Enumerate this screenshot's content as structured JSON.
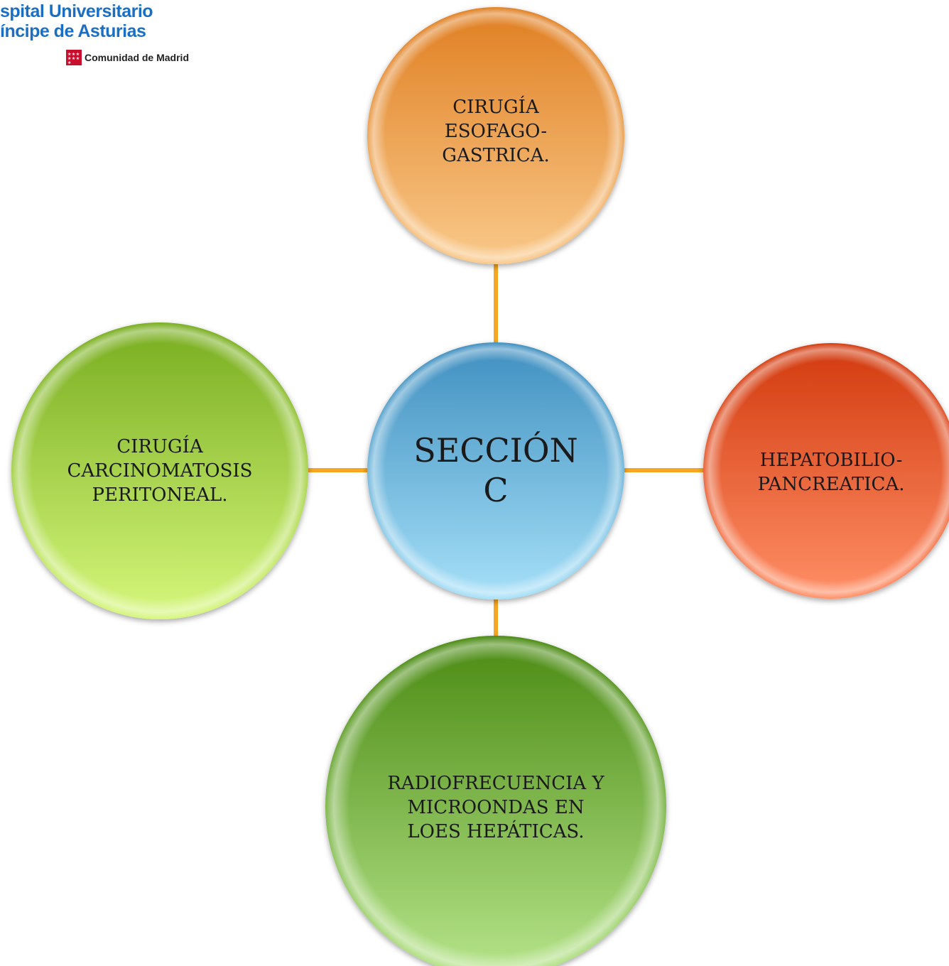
{
  "logo": {
    "line1": "spital Universitario",
    "line2": "íncipe de Asturias",
    "region": "Comunidad de Madrid"
  },
  "center": {
    "label": "SECCIÓN C",
    "lines": [
      "SECCIÓN",
      "C"
    ],
    "color_top": "#3f8fc0",
    "color_bottom": "#a6e0f8"
  },
  "nodes": {
    "top": {
      "label": "CIRUGÍA ESOFAGO-GASTRICA.",
      "lines": [
        "CIRUGÍA",
        "ESOFAGO-",
        "GASTRICA."
      ],
      "color_top": "#e07f22",
      "color_bottom": "#f9c98a"
    },
    "left": {
      "label": "CIRUGÍA CARCINOMATOSIS PERITONEAL.",
      "lines": [
        "CIRUGÍA",
        "CARCINOMATOSIS",
        "PERITONEAL."
      ],
      "color_top": "#78ad1f",
      "color_bottom": "#d6f77c"
    },
    "right": {
      "label": "HEPATOBILIO-PANCREATICA.",
      "lines": [
        "HEPATOBILIO-",
        "PANCREATICA."
      ],
      "color_top": "#d23a0e",
      "color_bottom": "#ff8f66"
    },
    "bottom": {
      "label": "RADIOFRECUENCIA Y MICROONDAS EN LOES HEPÁTICAS.",
      "lines": [
        "RADIOFRECUENCIA Y",
        "MICROONDAS EN",
        "LOES HEPÁTICAS."
      ],
      "color_top": "#4a8a12",
      "color_bottom": "#b6e48a"
    }
  },
  "connector_color": "#f5a623"
}
